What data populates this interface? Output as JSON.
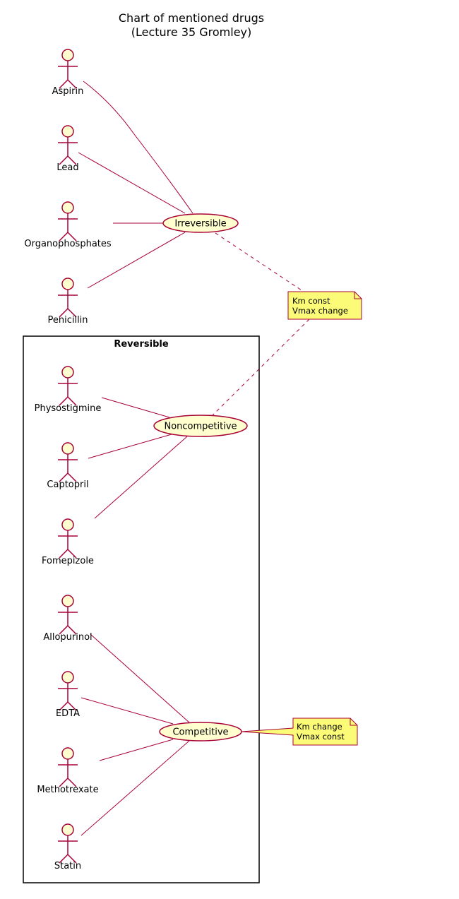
{
  "title": [
    "Chart of mentioned drugs",
    "(Lecture 35 Gromley)"
  ],
  "package": {
    "label": "Reversible"
  },
  "usecases": {
    "irreversible": "Irreversible",
    "noncompetitive": "Noncompetitive",
    "competitive": "Competitive"
  },
  "actors": [
    {
      "name": "Aspirin",
      "group": "irreversible"
    },
    {
      "name": "Lead",
      "group": "irreversible"
    },
    {
      "name": "Organophosphates",
      "group": "irreversible"
    },
    {
      "name": "Penicillin",
      "group": "irreversible"
    },
    {
      "name": "Physostigmine",
      "group": "noncompetitive"
    },
    {
      "name": "Captopril",
      "group": "noncompetitive"
    },
    {
      "name": "Fomepizole",
      "group": "noncompetitive"
    },
    {
      "name": "Allopurinol",
      "group": "competitive"
    },
    {
      "name": "EDTA",
      "group": "competitive"
    },
    {
      "name": "Methotrexate",
      "group": "competitive"
    },
    {
      "name": "Statin",
      "group": "competitive"
    }
  ],
  "notes": {
    "irr_noncomp": [
      "Km const",
      "Vmax change"
    ],
    "competitive": [
      "Km change",
      "Vmax const"
    ]
  },
  "colors": {
    "stroke": "#A80036",
    "actor_fill": "#FEFECE",
    "usecase_fill": "#FEFECE",
    "note_fill": "#FBFB77"
  }
}
